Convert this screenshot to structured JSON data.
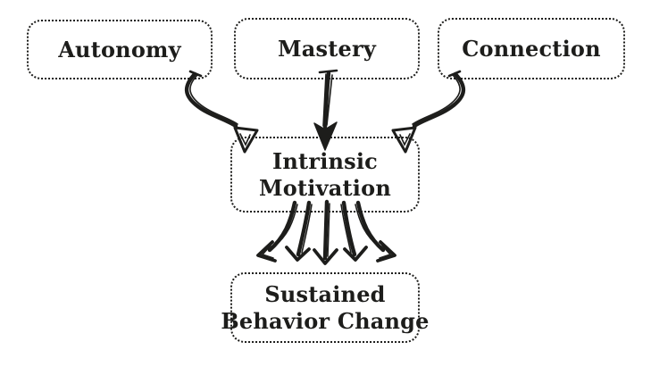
{
  "colors": {
    "background": "#ffffff",
    "ink": "#1d1d1b"
  },
  "nodes": {
    "autonomy": {
      "label": "Autonomy"
    },
    "mastery": {
      "label": "Mastery"
    },
    "connection": {
      "label": "Connection"
    },
    "intrinsic_motivation": {
      "lines": [
        "Intrinsic",
        "Motivation"
      ]
    },
    "sustained_behavior_change": {
      "lines": [
        "Sustained",
        "Behavior Change"
      ]
    }
  },
  "edges": [
    {
      "from": "Autonomy",
      "to": "Intrinsic Motivation",
      "style": "curved-sketch-arrow"
    },
    {
      "from": "Mastery",
      "to": "Intrinsic Motivation",
      "style": "straight-sketch-arrow"
    },
    {
      "from": "Connection",
      "to": "Intrinsic Motivation",
      "style": "curved-sketch-arrow"
    },
    {
      "from": "Intrinsic Motivation",
      "to": "Sustained Behavior Change",
      "style": "fan-sketch-arrows",
      "arrow_count": 5
    }
  ]
}
